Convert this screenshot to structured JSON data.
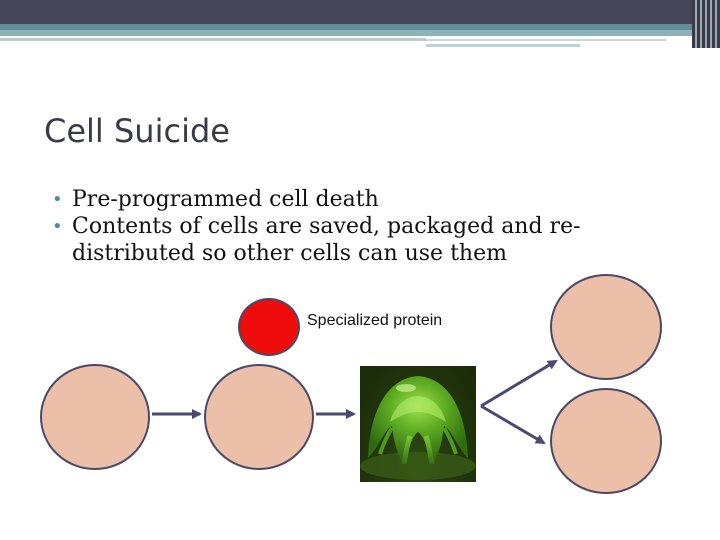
{
  "slide": {
    "title": "Cell Suicide",
    "bullets": [
      "Pre-programmed cell death",
      "Contents of cells are saved, packaged and re-distributed so other cells can use them"
    ],
    "bullet_marker": "•"
  },
  "diagram": {
    "protein_label": "Specialized protein"
  },
  "colors": {
    "top_bar": "#454559",
    "accent_teal": "#5f8f99",
    "cell_fill": "#ebbfa8",
    "cell_outline": "#4a4a68",
    "protein_fill": "#ee0c0c",
    "arrow": "#4a4a70",
    "title_text": "#3a3a48"
  }
}
